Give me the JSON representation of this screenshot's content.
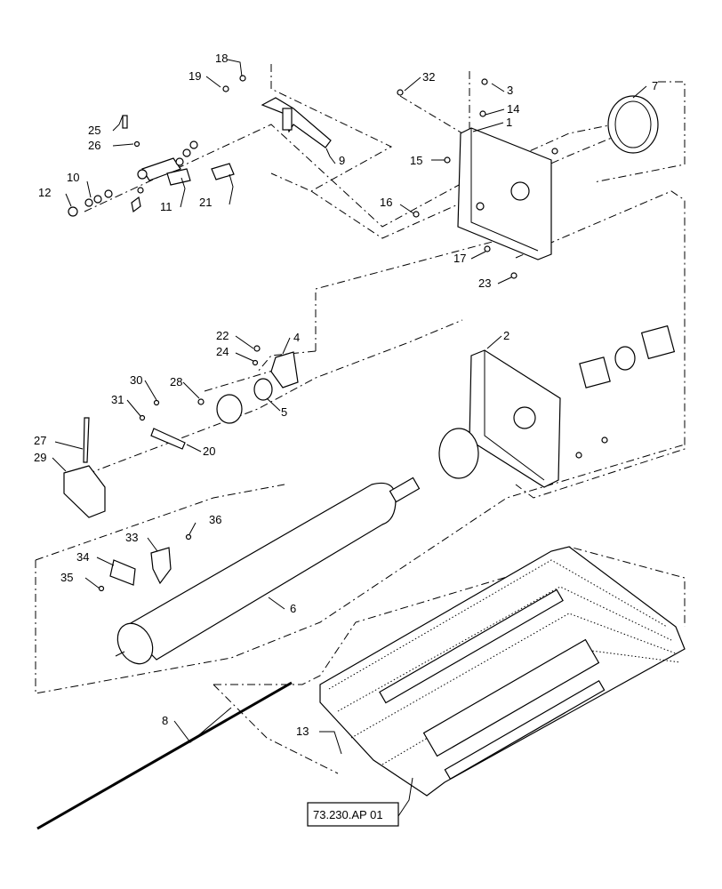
{
  "diagram": {
    "callouts": {
      "c1": "1",
      "c2": "2",
      "c3": "3",
      "c4": "4",
      "c5": "5",
      "c6": "6",
      "c7": "7",
      "c8": "8",
      "c9": "9",
      "c10": "10",
      "c11": "11",
      "c12": "12",
      "c13": "13",
      "c14": "14",
      "c15": "15",
      "c16": "16",
      "c17": "17",
      "c18": "18",
      "c19": "19",
      "c20": "20",
      "c21": "21",
      "c22": "22",
      "c23": "23",
      "c24": "24",
      "c25": "25",
      "c26": "26",
      "c27": "27",
      "c28": "28",
      "c29": "29",
      "c30": "30",
      "c31": "31",
      "c32": "32",
      "c33": "33",
      "c34": "34",
      "c35": "35",
      "c36": "36"
    },
    "reference_label": "73.230.AP 01"
  }
}
